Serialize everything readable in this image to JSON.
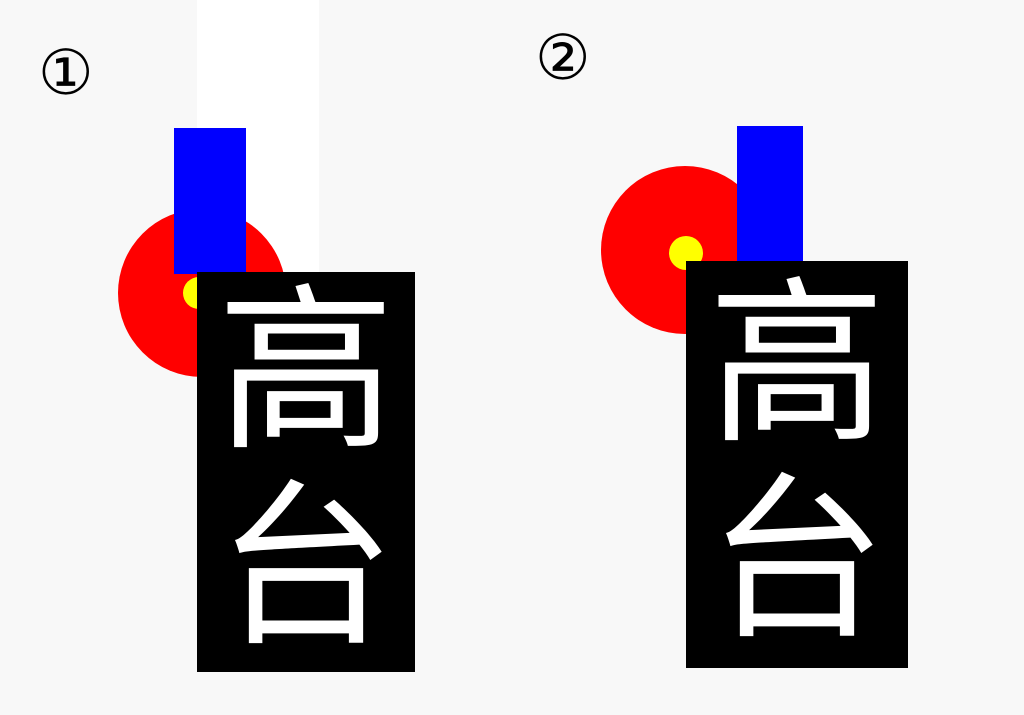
{
  "labels": {
    "first": "①",
    "second": "②"
  },
  "sign": {
    "char_top": "高",
    "char_bottom": "台"
  },
  "colors": {
    "background": "#f8f8f8",
    "disc": "#ff0000",
    "dot": "#ffff00",
    "bar": "#0000ff",
    "sign_background": "#000000",
    "sign_text": "#ffffff"
  }
}
